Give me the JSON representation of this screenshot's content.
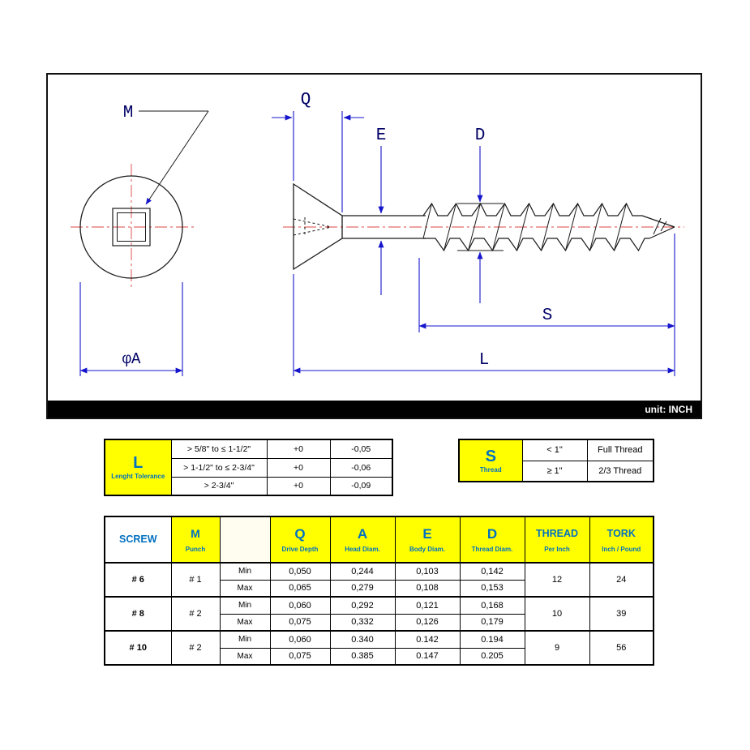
{
  "colors": {
    "header_yellow": "#ffff00",
    "header_blue": "#0070c0",
    "dimension_blue": "#1515cc",
    "centerline_red": "#dd4444",
    "drawing_label_navy": "#000066",
    "unit_bar_bg": "#000000"
  },
  "drawing": {
    "unit_label": "unit: INCH",
    "labels": {
      "m": "M",
      "q": "Q",
      "e": "E",
      "d": "D",
      "s": "S",
      "l": "L",
      "phi_a": "φA"
    }
  },
  "length_tolerance_table": {
    "title": "L",
    "subtitle": "Lenght Tolerance",
    "rows": [
      {
        "range": "> 5/8\" to ≤ 1-1/2\"",
        "upper": "+0",
        "lower": "-0,05"
      },
      {
        "range": "> 1-1/2\" to ≤ 2-3/4\"",
        "upper": "+0",
        "lower": "-0,06"
      },
      {
        "range": "> 2-3/4\"",
        "upper": "+0",
        "lower": "-0,09"
      }
    ]
  },
  "thread_table": {
    "title": "S",
    "subtitle": "Thread",
    "rows": [
      {
        "condition": "< 1\"",
        "value": "Full Thread"
      },
      {
        "condition": "≥ 1\"",
        "value": "2/3 Thread"
      }
    ]
  },
  "spec_table": {
    "headers": {
      "screw": {
        "title": "SCREW",
        "subtitle": ""
      },
      "m": {
        "title": "M",
        "subtitle": "Punch"
      },
      "minmax": {
        "title": "",
        "subtitle": ""
      },
      "q": {
        "title": "Q",
        "subtitle": "Drive Depth"
      },
      "a": {
        "title": "A",
        "subtitle": "Head Diam."
      },
      "e": {
        "title": "E",
        "subtitle": "Body Diam."
      },
      "d": {
        "title": "D",
        "subtitle": "Thread Diam."
      },
      "thread": {
        "title": "THREAD",
        "subtitle": "Per Inch"
      },
      "tork": {
        "title": "TORK",
        "subtitle": "Inch / Pound"
      }
    },
    "row_labels": {
      "min": "Min",
      "max": "Max"
    },
    "groups": [
      {
        "screw": "# 6",
        "punch": "# 1",
        "min": {
          "q": "0,050",
          "a": "0,244",
          "e": "0,103",
          "d": "0,142"
        },
        "max": {
          "q": "0,065",
          "a": "0,279",
          "e": "0,108",
          "d": "0,153"
        },
        "thread_per_inch": "12",
        "tork": "24"
      },
      {
        "screw": "# 8",
        "punch": "# 2",
        "min": {
          "q": "0,060",
          "a": "0,292",
          "e": "0,121",
          "d": "0,168"
        },
        "max": {
          "q": "0,075",
          "a": "0,332",
          "e": "0,126",
          "d": "0,179"
        },
        "thread_per_inch": "10",
        "tork": "39"
      },
      {
        "screw": "# 10",
        "punch": "# 2",
        "min": {
          "q": "0,060",
          "a": "0.340",
          "e": "0.142",
          "d": "0.194"
        },
        "max": {
          "q": "0,075",
          "a": "0.385",
          "e": "0.147",
          "d": "0.205"
        },
        "thread_per_inch": "9",
        "tork": "56"
      }
    ]
  }
}
